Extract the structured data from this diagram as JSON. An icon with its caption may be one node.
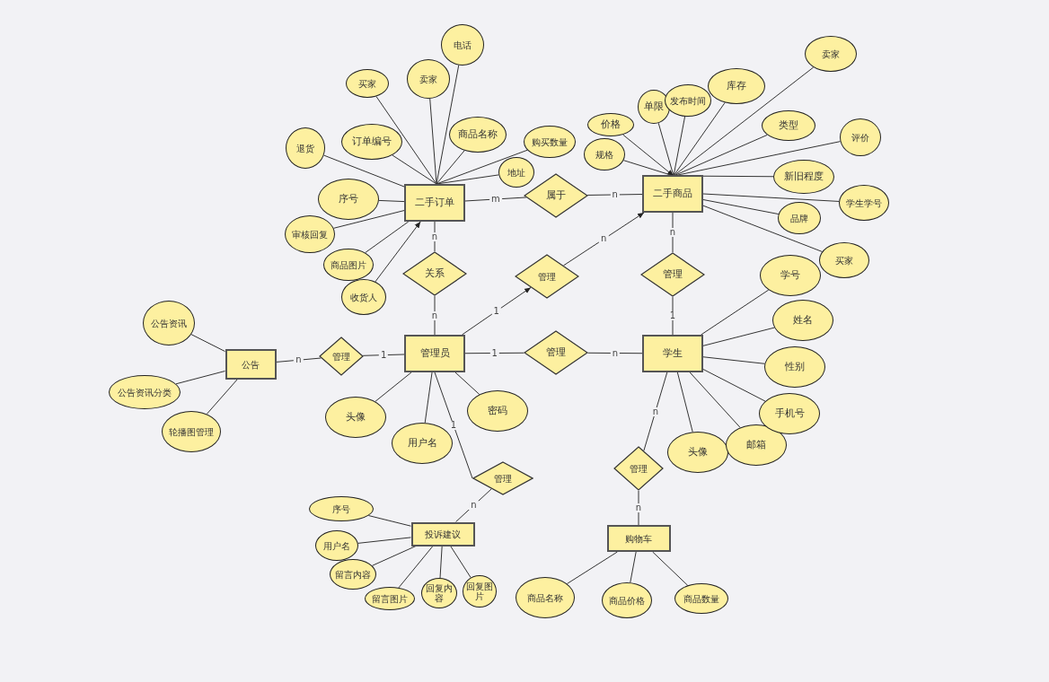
{
  "diagram": {
    "nodes": [
      {
        "text": [
          "二手订单"
        ]
      },
      {
        "text": [
          "二手商品"
        ]
      },
      {
        "text": [
          "管理员"
        ]
      },
      {
        "text": [
          "学生"
        ]
      },
      {
        "text": [
          "公告"
        ]
      },
      {
        "text": [
          "投诉建议"
        ]
      },
      {
        "text": [
          "购物车"
        ]
      },
      {
        "text": [
          "属于"
        ]
      },
      {
        "text": [
          "关系"
        ]
      },
      {
        "text": [
          "管理"
        ]
      },
      {
        "text": [
          "管理"
        ]
      },
      {
        "text": [
          "管理"
        ]
      },
      {
        "text": [
          "管理"
        ]
      },
      {
        "text": [
          "管理"
        ]
      },
      {
        "text": [
          "管理"
        ]
      },
      {
        "text": [
          "电话"
        ]
      },
      {
        "text": [
          "买家"
        ]
      },
      {
        "text": [
          "卖家"
        ]
      },
      {
        "text": [
          "购买数量"
        ]
      },
      {
        "text": [
          "退货"
        ]
      },
      {
        "text": [
          "订单编号"
        ]
      },
      {
        "text": [
          "商品名称"
        ]
      },
      {
        "text": [
          "地址"
        ]
      },
      {
        "text": [
          "序号"
        ]
      },
      {
        "text": [
          "审核回复"
        ]
      },
      {
        "text": [
          "商品图片"
        ]
      },
      {
        "text": [
          "收货人"
        ]
      },
      {
        "text": [
          "价格"
        ]
      },
      {
        "text": [
          "单限"
        ]
      },
      {
        "text": [
          "发布时间"
        ]
      },
      {
        "text": [
          "库存"
        ]
      },
      {
        "text": [
          "卖家"
        ]
      },
      {
        "text": [
          "规格"
        ]
      },
      {
        "text": [
          "类型"
        ]
      },
      {
        "text": [
          "评价"
        ]
      },
      {
        "text": [
          "新旧程度"
        ]
      },
      {
        "text": [
          "学生学号"
        ]
      },
      {
        "text": [
          "品牌"
        ]
      },
      {
        "text": [
          "买家"
        ]
      },
      {
        "text": [
          "学号"
        ]
      },
      {
        "text": [
          "姓名"
        ]
      },
      {
        "text": [
          "性别"
        ]
      },
      {
        "text": [
          "手机号"
        ]
      },
      {
        "text": [
          "头像"
        ]
      },
      {
        "text": [
          "邮箱"
        ]
      },
      {
        "text": [
          "公告资讯"
        ]
      },
      {
        "text": [
          "公告资讯分类"
        ]
      },
      {
        "text": [
          "轮播图管理"
        ]
      },
      {
        "text": [
          "头像"
        ]
      },
      {
        "text": [
          "密码"
        ]
      },
      {
        "text": [
          "用户名"
        ]
      },
      {
        "text": [
          "序号"
        ]
      },
      {
        "text": [
          "用户名"
        ]
      },
      {
        "text": [
          "留言内容"
        ]
      },
      {
        "text": [
          "留言图片"
        ]
      },
      {
        "text": [
          "回复内容"
        ]
      },
      {
        "text": [
          "回复图片"
        ]
      },
      {
        "text": [
          "商品名称"
        ]
      },
      {
        "text": [
          "商品价格"
        ]
      },
      {
        "text": [
          "商品数量"
        ]
      }
    ],
    "edges": [
      {
        "from": 0,
        "to": 7,
        "arrow": "none",
        "label": "m"
      },
      {
        "from": 7,
        "to": 1,
        "arrow": "none",
        "label": "n"
      },
      {
        "from": 8,
        "to": 0,
        "arrow": "none",
        "label": "n"
      },
      {
        "from": 8,
        "to": 2,
        "arrow": "none",
        "label": "n"
      },
      {
        "from": 2,
        "to": 9,
        "arrow": "to",
        "label": "1"
      },
      {
        "from": 9,
        "to": 1,
        "arrow": "to",
        "label": "n"
      },
      {
        "from": 1,
        "to": 10,
        "arrow": "none",
        "label": "n"
      },
      {
        "from": 10,
        "to": 3,
        "arrow": "none",
        "label": "1"
      },
      {
        "from": 2,
        "to": 11,
        "arrow": "none",
        "label": "1"
      },
      {
        "from": 11,
        "to": 3,
        "arrow": "none",
        "label": "n"
      },
      {
        "from": 12,
        "to": 4,
        "arrow": "none",
        "label": "n"
      },
      {
        "from": 12,
        "to": 2,
        "arrow": "none",
        "label": "1"
      },
      {
        "from": 2,
        "to": 13,
        "arrow": "none",
        "label": "1"
      },
      {
        "from": 13,
        "to": 5,
        "arrow": "none",
        "label": "n"
      },
      {
        "from": 3,
        "to": 14,
        "arrow": "none",
        "label": "n"
      },
      {
        "from": 14,
        "to": 6,
        "arrow": "none",
        "label": "n"
      },
      {
        "from": 15,
        "to": 0,
        "arrow": "none"
      },
      {
        "from": 16,
        "to": 0,
        "arrow": "none"
      },
      {
        "from": 17,
        "to": 0,
        "arrow": "none"
      },
      {
        "from": 18,
        "to": 0,
        "arrow": "none"
      },
      {
        "from": 19,
        "to": 0,
        "arrow": "none"
      },
      {
        "from": 20,
        "to": 0,
        "arrow": "none"
      },
      {
        "from": 21,
        "to": 0,
        "arrow": "none"
      },
      {
        "from": 22,
        "to": 0,
        "arrow": "none"
      },
      {
        "from": 23,
        "to": 0,
        "arrow": "none"
      },
      {
        "from": 24,
        "to": 0,
        "arrow": "none"
      },
      {
        "from": 25,
        "to": 0,
        "arrow": "none"
      },
      {
        "from": 26,
        "to": 0,
        "arrow": "to"
      },
      {
        "from": 27,
        "to": 1,
        "arrow": "to"
      },
      {
        "from": 28,
        "to": 1,
        "arrow": "none"
      },
      {
        "from": 29,
        "to": 1,
        "arrow": "none"
      },
      {
        "from": 30,
        "to": 1,
        "arrow": "none"
      },
      {
        "from": 31,
        "to": 1,
        "arrow": "none"
      },
      {
        "from": 32,
        "to": 1,
        "arrow": "none"
      },
      {
        "from": 33,
        "to": 1,
        "arrow": "none"
      },
      {
        "from": 34,
        "to": 1,
        "arrow": "none"
      },
      {
        "from": 35,
        "to": 1,
        "arrow": "none"
      },
      {
        "from": 36,
        "to": 1,
        "arrow": "none"
      },
      {
        "from": 37,
        "to": 1,
        "arrow": "none"
      },
      {
        "from": 38,
        "to": 1,
        "arrow": "none"
      },
      {
        "from": 39,
        "to": 3,
        "arrow": "none"
      },
      {
        "from": 40,
        "to": 3,
        "arrow": "none"
      },
      {
        "from": 41,
        "to": 3,
        "arrow": "none"
      },
      {
        "from": 42,
        "to": 3,
        "arrow": "none"
      },
      {
        "from": 43,
        "to": 3,
        "arrow": "none"
      },
      {
        "from": 44,
        "to": 3,
        "arrow": "none"
      },
      {
        "from": 45,
        "to": 4,
        "arrow": "none"
      },
      {
        "from": 46,
        "to": 4,
        "arrow": "none"
      },
      {
        "from": 47,
        "to": 4,
        "arrow": "none"
      },
      {
        "from": 48,
        "to": 2,
        "arrow": "none"
      },
      {
        "from": 49,
        "to": 2,
        "arrow": "none"
      },
      {
        "from": 50,
        "to": 2,
        "arrow": "none"
      },
      {
        "from": 51,
        "to": 5,
        "arrow": "none"
      },
      {
        "from": 52,
        "to": 5,
        "arrow": "none"
      },
      {
        "from": 53,
        "to": 5,
        "arrow": "none"
      },
      {
        "from": 54,
        "to": 5,
        "arrow": "none"
      },
      {
        "from": 55,
        "to": 5,
        "arrow": "none"
      },
      {
        "from": 56,
        "to": 5,
        "arrow": "none"
      },
      {
        "from": 57,
        "to": 6,
        "arrow": "none"
      },
      {
        "from": 58,
        "to": 6,
        "arrow": "none"
      },
      {
        "from": 59,
        "to": 6,
        "arrow": "none"
      }
    ]
  }
}
